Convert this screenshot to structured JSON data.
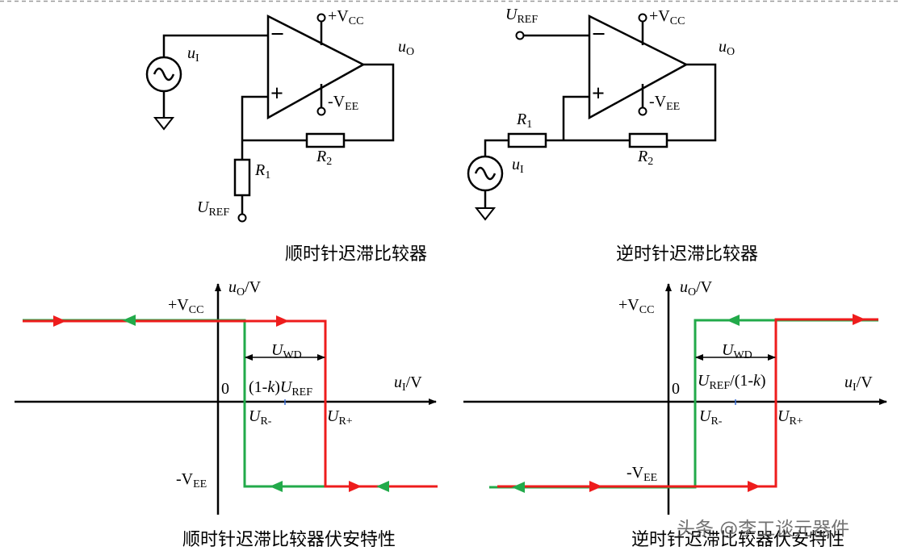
{
  "circuits": {
    "left": {
      "caption": "顺时针迟滞比较器",
      "input": "u",
      "input_sub": "I",
      "output": "u",
      "output_sub": "O",
      "vcc": "+V",
      "vcc_sub": "CC",
      "vee": "-V",
      "vee_sub": "EE",
      "r1": "R",
      "r1_sub": "1",
      "r2": "R",
      "r2_sub": "2",
      "ref": "U",
      "ref_sub": "REF",
      "minus": "−",
      "plus": "+"
    },
    "right": {
      "caption": "逆时针迟滞比较器",
      "input": "u",
      "input_sub": "I",
      "output": "u",
      "output_sub": "O",
      "vcc": "+V",
      "vcc_sub": "CC",
      "vee": "-V",
      "vee_sub": "EE",
      "r1": "R",
      "r1_sub": "1",
      "r2": "R",
      "r2_sub": "2",
      "ref": "U",
      "ref_sub": "REF",
      "minus": "−",
      "plus": "+"
    }
  },
  "graphs": {
    "left": {
      "caption": "顺时针迟滞比较器伏安特性",
      "ylabel": "u",
      "ylabel_sub": "O",
      "ylabel_unit": "/V",
      "xlabel": "u",
      "xlabel_sub": "I",
      "xlabel_unit": "/V",
      "origin": "0",
      "high": "+V",
      "high_sub": "CC",
      "low": "-V",
      "low_sub": "EE",
      "width": "U",
      "width_sub": "WD",
      "center_pre": "(1-",
      "center_k": "k",
      "center_post": ")",
      "center_u": "U",
      "center_sub": "REF",
      "threshold_low": "U",
      "threshold_low_sub": "R-",
      "threshold_high": "U",
      "threshold_high_sub": "R+"
    },
    "right": {
      "caption": "逆时针迟滞比较器伏安特性",
      "ylabel": "u",
      "ylabel_sub": "O",
      "ylabel_unit": "/V",
      "xlabel": "u",
      "xlabel_sub": "I",
      "xlabel_unit": "/V",
      "origin": "0",
      "high": "+V",
      "high_sub": "CC",
      "low": "-V",
      "low_sub": "EE",
      "width": "U",
      "width_sub": "WD",
      "center_u": "U",
      "center_sub": "REF",
      "center_post": "/(1-",
      "center_k": "k",
      "center_end": ")",
      "threshold_low": "U",
      "threshold_low_sub": "R-",
      "threshold_high": "U",
      "threshold_high_sub": "R+"
    }
  },
  "watermark": "头条 @李工谈元器件",
  "colors": {
    "red": "#ee1c1c",
    "green": "#22aa4a",
    "tick": "#3a6fd8"
  }
}
